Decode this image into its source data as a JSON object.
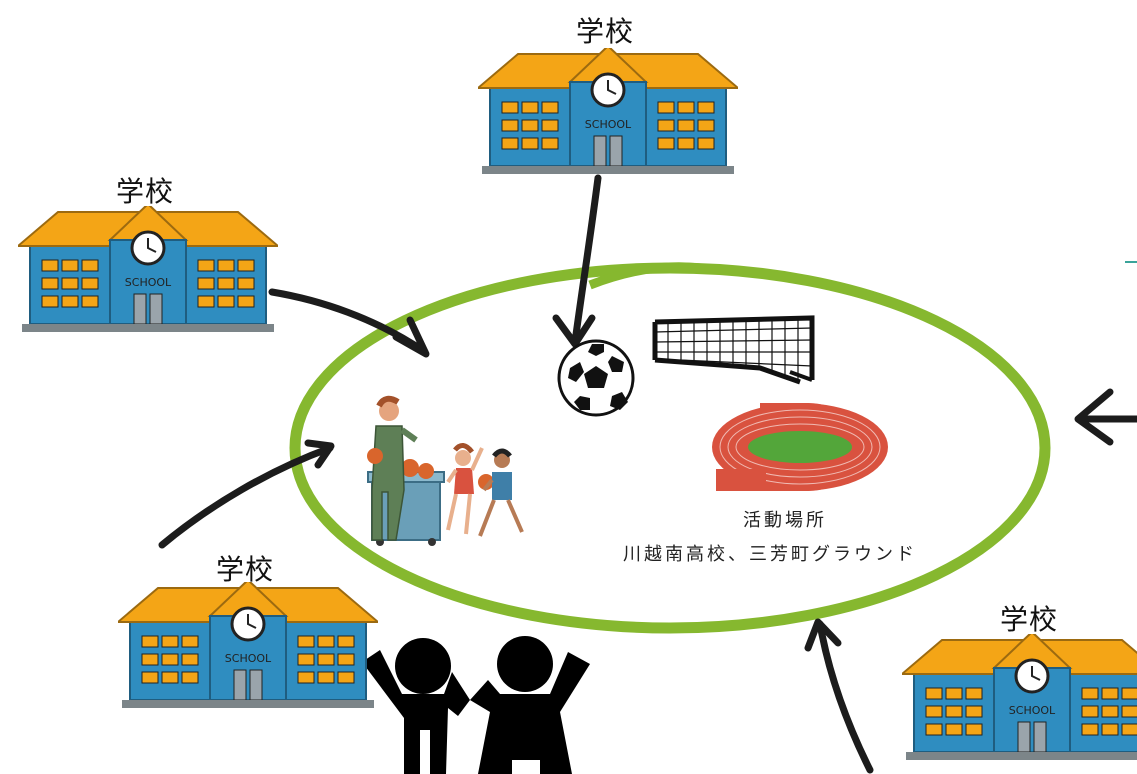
{
  "schools": {
    "top": {
      "label": "学校",
      "sign": "SCHOOL"
    },
    "left": {
      "label": "学校",
      "sign": "SCHOOL"
    },
    "bottom_left": {
      "label": "学校",
      "sign": "SCHOOL"
    },
    "bottom_right": {
      "label": "学校",
      "sign": "SCHOOL"
    }
  },
  "venue": {
    "heading": "活動場所",
    "places": "川越南高校、三芳町グラウンド"
  },
  "colors": {
    "ring": "#86b82f",
    "roof": "#f4a516",
    "wall": "#2f8dc0",
    "window": "#f4a516",
    "track": "#d9523f",
    "field": "#53a63a",
    "arrow": "#1c1c1c"
  }
}
